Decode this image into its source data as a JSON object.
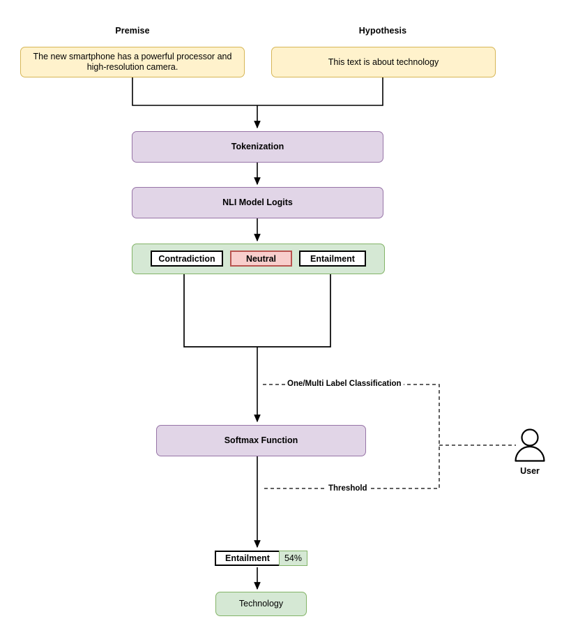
{
  "diagram": {
    "title_labels": [
      {
        "name": "premise",
        "text": "Premise"
      },
      {
        "name": "hypothesis",
        "text": "Hypothesis"
      }
    ],
    "inputs": {
      "premise_text": "The new smartphone has a powerful processor and high-resolution camera.",
      "hypothesis_text": "This text is about technology"
    },
    "pipeline": {
      "tokenization": "Tokenization",
      "nli_model_logits": "NLI Model Logits",
      "softmax_function": "Softmax Function"
    },
    "logit_labels": [
      {
        "name": "contradiction",
        "text": "Contradiction",
        "state": "inactive"
      },
      {
        "name": "neutral",
        "text": "Neutral",
        "state": "highlighted"
      },
      {
        "name": "entailment",
        "text": "Entailment",
        "state": "inactive"
      }
    ],
    "edge_labels": [
      {
        "name": "classification-mode",
        "text": "One/Multi Label Classification"
      },
      {
        "name": "threshold",
        "text": "Threshold"
      }
    ],
    "actor": {
      "icon": "user-icon",
      "caption": "User"
    },
    "result": {
      "label": "Entailment",
      "score": "54%",
      "output": "Technology"
    },
    "colors": {
      "yellow_fill": "#fff2cc",
      "yellow_stroke": "#d6b656",
      "purple_fill": "#e1d5e7",
      "purple_stroke": "#9673a6",
      "green_fill": "#d5e8d4",
      "green_stroke": "#82b366",
      "red_fill": "#f8cecc",
      "red_stroke": "#b85450",
      "line": "#000000"
    }
  }
}
